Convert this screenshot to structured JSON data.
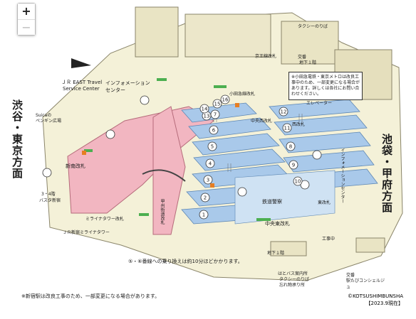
{
  "zoom": {
    "in_label": "+",
    "out_label": "−"
  },
  "directions": {
    "left": "渋谷・東京方面",
    "right": "池袋・甲府方面"
  },
  "labels": {
    "jr_east_travel": "ＪＲ EAST Travel",
    "service_center": "Service Center",
    "suica_penguin_1": "Suicaの",
    "suica_penguin_2": "ペンギン広場",
    "info_center_top": "インフォメーション",
    "info_center_top2": "センター",
    "info_center_right": "インフォメーションセンター",
    "shin_minami_gate": "新南改札",
    "busta": "3・4階",
    "busta2": "バスタ新宿",
    "miraina_tower": "ミライナタワー改札",
    "miraina_tower2": "ＪＲ新宿ミライナタワー",
    "koshu_kaido": "甲州街道改札",
    "tetsudo_keisatsu": "鉄道警察",
    "chuo_east": "中央東改札",
    "chuo_west": "中央西改札",
    "nishi_kaisatsu": "西改札",
    "higashi_kaisatsu": "東改札",
    "keio_gate": "京王線改札",
    "odakyu_gate": "小田急線改札",
    "taxi": "タクシーのりば",
    "basement": "地下１階",
    "kotsuban": "交番",
    "hato_bus": "はとバス案内所",
    "taxi_bottom": "タクシーのりば",
    "lost_found": "忘れ物承り所",
    "koban_bottom": "交番",
    "station_concierge": "駅たびコンシェルジュ",
    "under_construction": "工事中",
    "elevator": "エレベーター",
    "chikai": "地下１階"
  },
  "notice": "※小田急電鉄・東京メトロは改良工事中のため、一部変更になる場合があります。詳しくは各社にお問い合わせください。",
  "footnote_transfer": "⑤・⑥番線への乗り換えは約10分ほどかかります。",
  "footnote_main": "※新宿駅は改良工事のため、一部変更になる場合があります。",
  "copyright": "©KOTSUSHIMBUNSHA",
  "date": "【2023.9現在】",
  "platforms": [
    "1",
    "2",
    "3",
    "4",
    "5",
    "6",
    "7",
    "8",
    "9",
    "10",
    "11",
    "12",
    "13",
    "14",
    "15",
    "16"
  ],
  "colors": {
    "pink": "#f2b6c1",
    "blue": "#a9c9ea",
    "cream": "#f4f1d8",
    "green": "#4caf50",
    "wall": "#d8d2b6"
  }
}
